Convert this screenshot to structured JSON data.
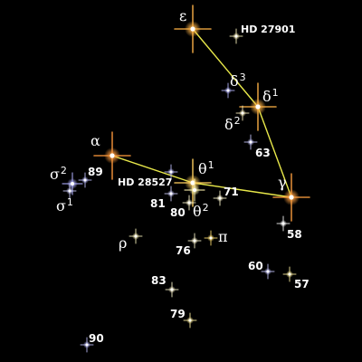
{
  "stars": [
    {
      "id": "epsilon",
      "base": "ε",
      "sup": "",
      "color": "#ffb347",
      "size": "large"
    },
    {
      "id": "hd27901",
      "base": "HD 27901",
      "sup": "",
      "color": "#fff7c0",
      "size": "small"
    },
    {
      "id": "delta3",
      "base": "δ",
      "sup": "3",
      "color": "#b8b8ff",
      "size": "small"
    },
    {
      "id": "delta1",
      "base": "δ",
      "sup": "1",
      "color": "#ffb347",
      "size": "large"
    },
    {
      "id": "delta2",
      "base": "δ",
      "sup": "2",
      "color": "#fff3c0",
      "size": "small"
    },
    {
      "id": "s63",
      "base": "63",
      "sup": "",
      "color": "#c8c8ff",
      "size": "small"
    },
    {
      "id": "alpha",
      "base": "α",
      "sup": "",
      "color": "#ff9a3c",
      "size": "large"
    },
    {
      "id": "gamma",
      "base": "γ",
      "sup": "",
      "color": "#ffa040",
      "size": "large"
    },
    {
      "id": "sigma2",
      "base": "σ",
      "sup": "2",
      "color": "#b0b0ff",
      "size": "medium"
    },
    {
      "id": "s89",
      "base": "89",
      "sup": "",
      "color": "#c0c0ff",
      "size": "small"
    },
    {
      "id": "sigma1",
      "base": "σ",
      "sup": "1",
      "color": "#d0d0ff",
      "size": "small"
    },
    {
      "id": "theta1",
      "base": "θ",
      "sup": "1",
      "color": "#ffd060",
      "size": "large"
    },
    {
      "id": "hd28527",
      "base": "HD 28527",
      "sup": "",
      "color": "#c0c0ff",
      "size": "small"
    },
    {
      "id": "s81",
      "base": "81",
      "sup": "",
      "color": "#d0d0ff",
      "size": "small"
    },
    {
      "id": "s80",
      "base": "80",
      "sup": "",
      "color": "#fff8d0",
      "size": "small"
    },
    {
      "id": "theta2",
      "base": "θ",
      "sup": "2",
      "color": "#fff6b0",
      "size": "medium"
    },
    {
      "id": "s71",
      "base": "71",
      "sup": "",
      "color": "#fff8d0",
      "size": "small"
    },
    {
      "id": "s58",
      "base": "58",
      "sup": "",
      "color": "#ffffff",
      "size": "small"
    },
    {
      "id": "rho",
      "base": "ρ",
      "sup": "",
      "color": "#fff8c0",
      "size": "small"
    },
    {
      "id": "pi",
      "base": "π",
      "sup": "",
      "color": "#ffe070",
      "size": "small"
    },
    {
      "id": "s76",
      "base": "76",
      "sup": "",
      "color": "#fff8d0",
      "size": "small"
    },
    {
      "id": "s60",
      "base": "60",
      "sup": "",
      "color": "#c8c8ff",
      "size": "small"
    },
    {
      "id": "s57",
      "base": "57",
      "sup": "",
      "color": "#fff0a0",
      "size": "small"
    },
    {
      "id": "s83",
      "base": "83",
      "sup": "",
      "color": "#fff8d0",
      "size": "small"
    },
    {
      "id": "s79",
      "base": "79",
      "sup": "",
      "color": "#fff0a0",
      "size": "small"
    },
    {
      "id": "s90",
      "base": "90",
      "sup": "",
      "color": "#c0c0ff",
      "size": "small"
    }
  ],
  "lines": [
    [
      "epsilon",
      "delta1"
    ],
    [
      "delta1",
      "gamma"
    ],
    [
      "alpha",
      "theta1"
    ],
    [
      "theta1",
      "gamma"
    ]
  ],
  "colors": {
    "background": "#000000",
    "constellation_line": "#e8e84a",
    "label": "#ffffff"
  }
}
